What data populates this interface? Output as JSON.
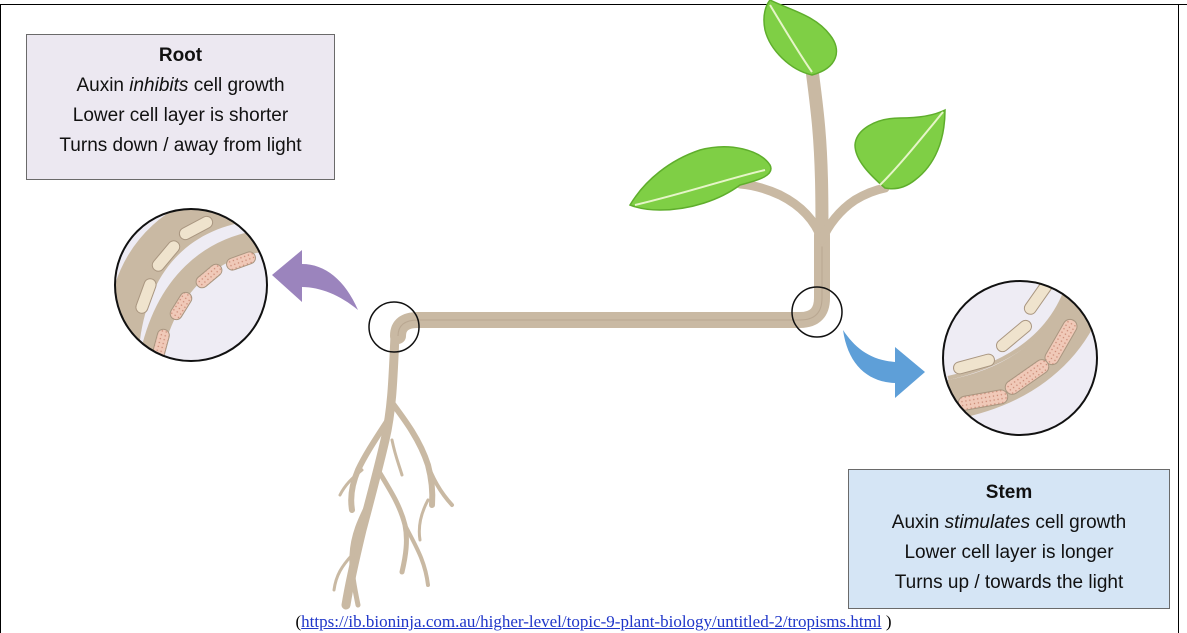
{
  "root_label": {
    "title": "Root",
    "line1_pre": "Auxin ",
    "line1_em": "inhibits",
    "line1_post": " cell growth",
    "line2": "Lower cell layer is shorter",
    "line3": "Turns down / away from light"
  },
  "stem_label": {
    "title": "Stem",
    "line1_pre": "Auxin ",
    "line1_em": "stimulates",
    "line1_post": " cell growth",
    "line2": "Lower cell layer is longer",
    "line3": "Turns up / towards the light"
  },
  "source": {
    "open": "(",
    "url": "https://ib.bioninja.com.au/higher-level/topic-9-plant-biology/untitled-2/tropisms.html",
    "close": " )"
  },
  "colors": {
    "plant": "#c9b9a3",
    "leaf": "#7fcf45",
    "leaf_vein": "#e6f5c8",
    "root_arrow": "#9b84bd",
    "stem_arrow": "#5e9fd8"
  }
}
